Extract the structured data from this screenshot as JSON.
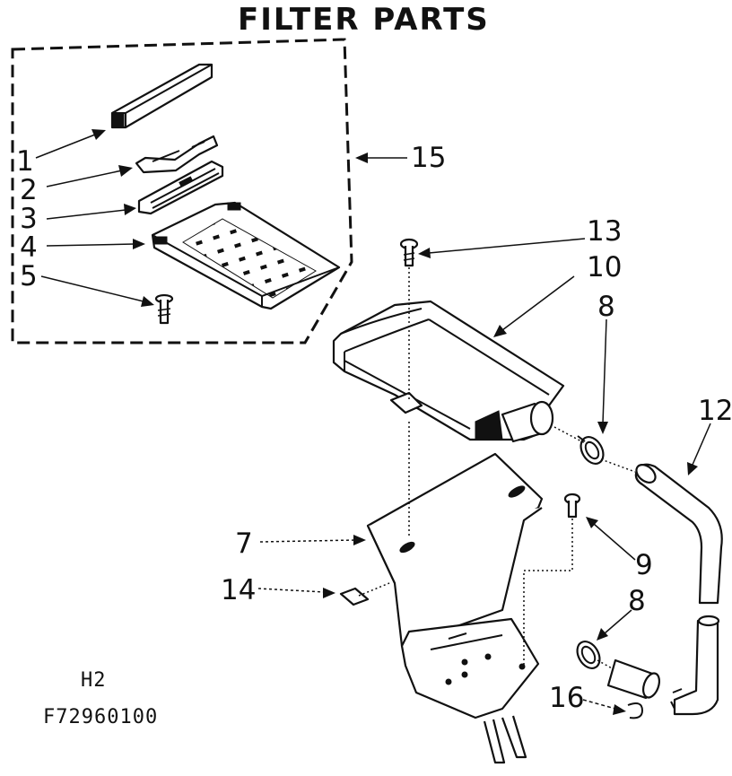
{
  "title": "FILTER PARTS",
  "callouts": {
    "c1": "1",
    "c2": "2",
    "c3": "3",
    "c4": "4",
    "c5": "5",
    "c7": "7",
    "c8a": "8",
    "c8b": "8",
    "c9": "9",
    "c10": "10",
    "c12": "12",
    "c13": "13",
    "c14": "14",
    "c15": "15",
    "c16": "16"
  },
  "section_code": "H2",
  "diagram_code": "F72960100"
}
